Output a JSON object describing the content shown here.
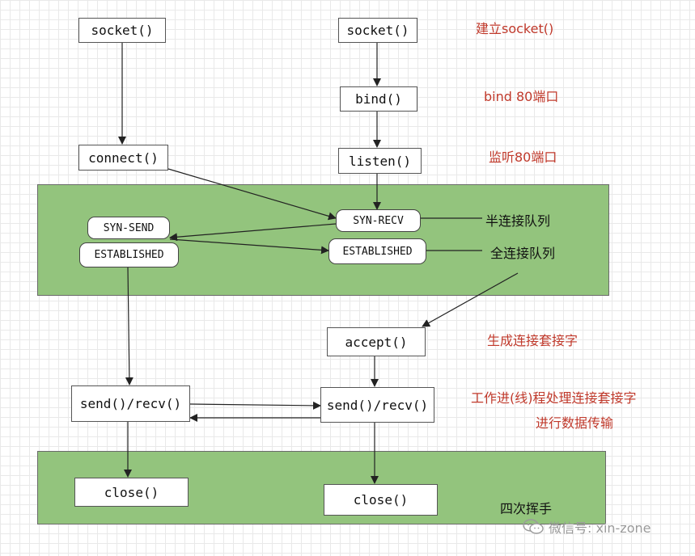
{
  "client": {
    "socket": "socket()",
    "connect": "connect()",
    "syn_send": "SYN-SEND",
    "established": "ESTABLISHED",
    "send_recv": "send()/recv()",
    "close": "close()"
  },
  "server": {
    "socket": "socket()",
    "bind": "bind()",
    "listen": "listen()",
    "syn_recv": "SYN-RECV",
    "established": "ESTABLISHED",
    "accept": "accept()",
    "send_recv": "send()/recv()",
    "close": "close()"
  },
  "notes": {
    "create_socket": "建立socket()",
    "bind_port": "bind 80端口",
    "listen_port": "监听80端口",
    "half_queue": "半连接队列",
    "full_queue": "全连接队列",
    "gen_socket": "生成连接套接字",
    "worker_line1": "工作进(线)程处理连接套接字",
    "worker_line2": "进行数据传输",
    "four_wave": "四次挥手"
  },
  "watermark": {
    "text": "微信号: xin-zone",
    "icon": "wechat-icon"
  },
  "colors": {
    "zone_fill": "#93c47d",
    "note_text": "#c0392b"
  }
}
